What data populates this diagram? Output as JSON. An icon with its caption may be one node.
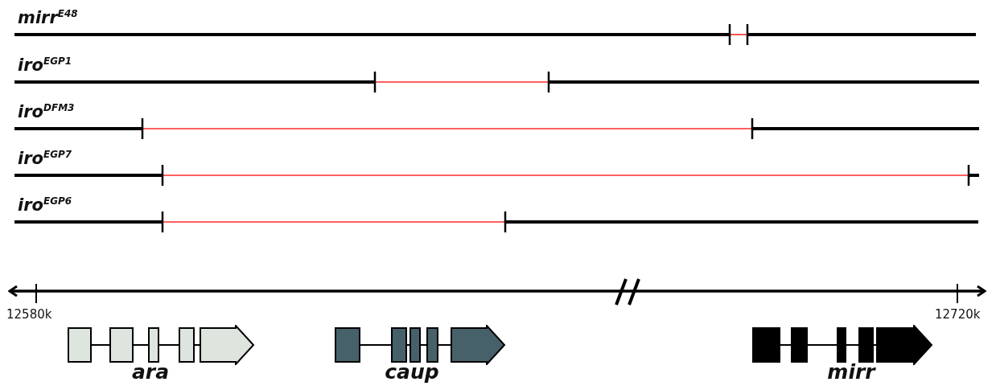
{
  "diagram": {
    "nodes": [
      {
        "text": [
          "ara"
        ]
      },
      {
        "text": [
          "caup"
        ]
      },
      {
        "text": [
          "mirr"
        ]
      }
    ],
    "labels": [
      "mirr$^{E48}$",
      "iro$^{EGP1}$",
      "iro$^{DFM3}$",
      "iro$^{EGP7}$",
      "iro$^{EGP6}$",
      "12580k",
      "12720k"
    ]
  }
}
